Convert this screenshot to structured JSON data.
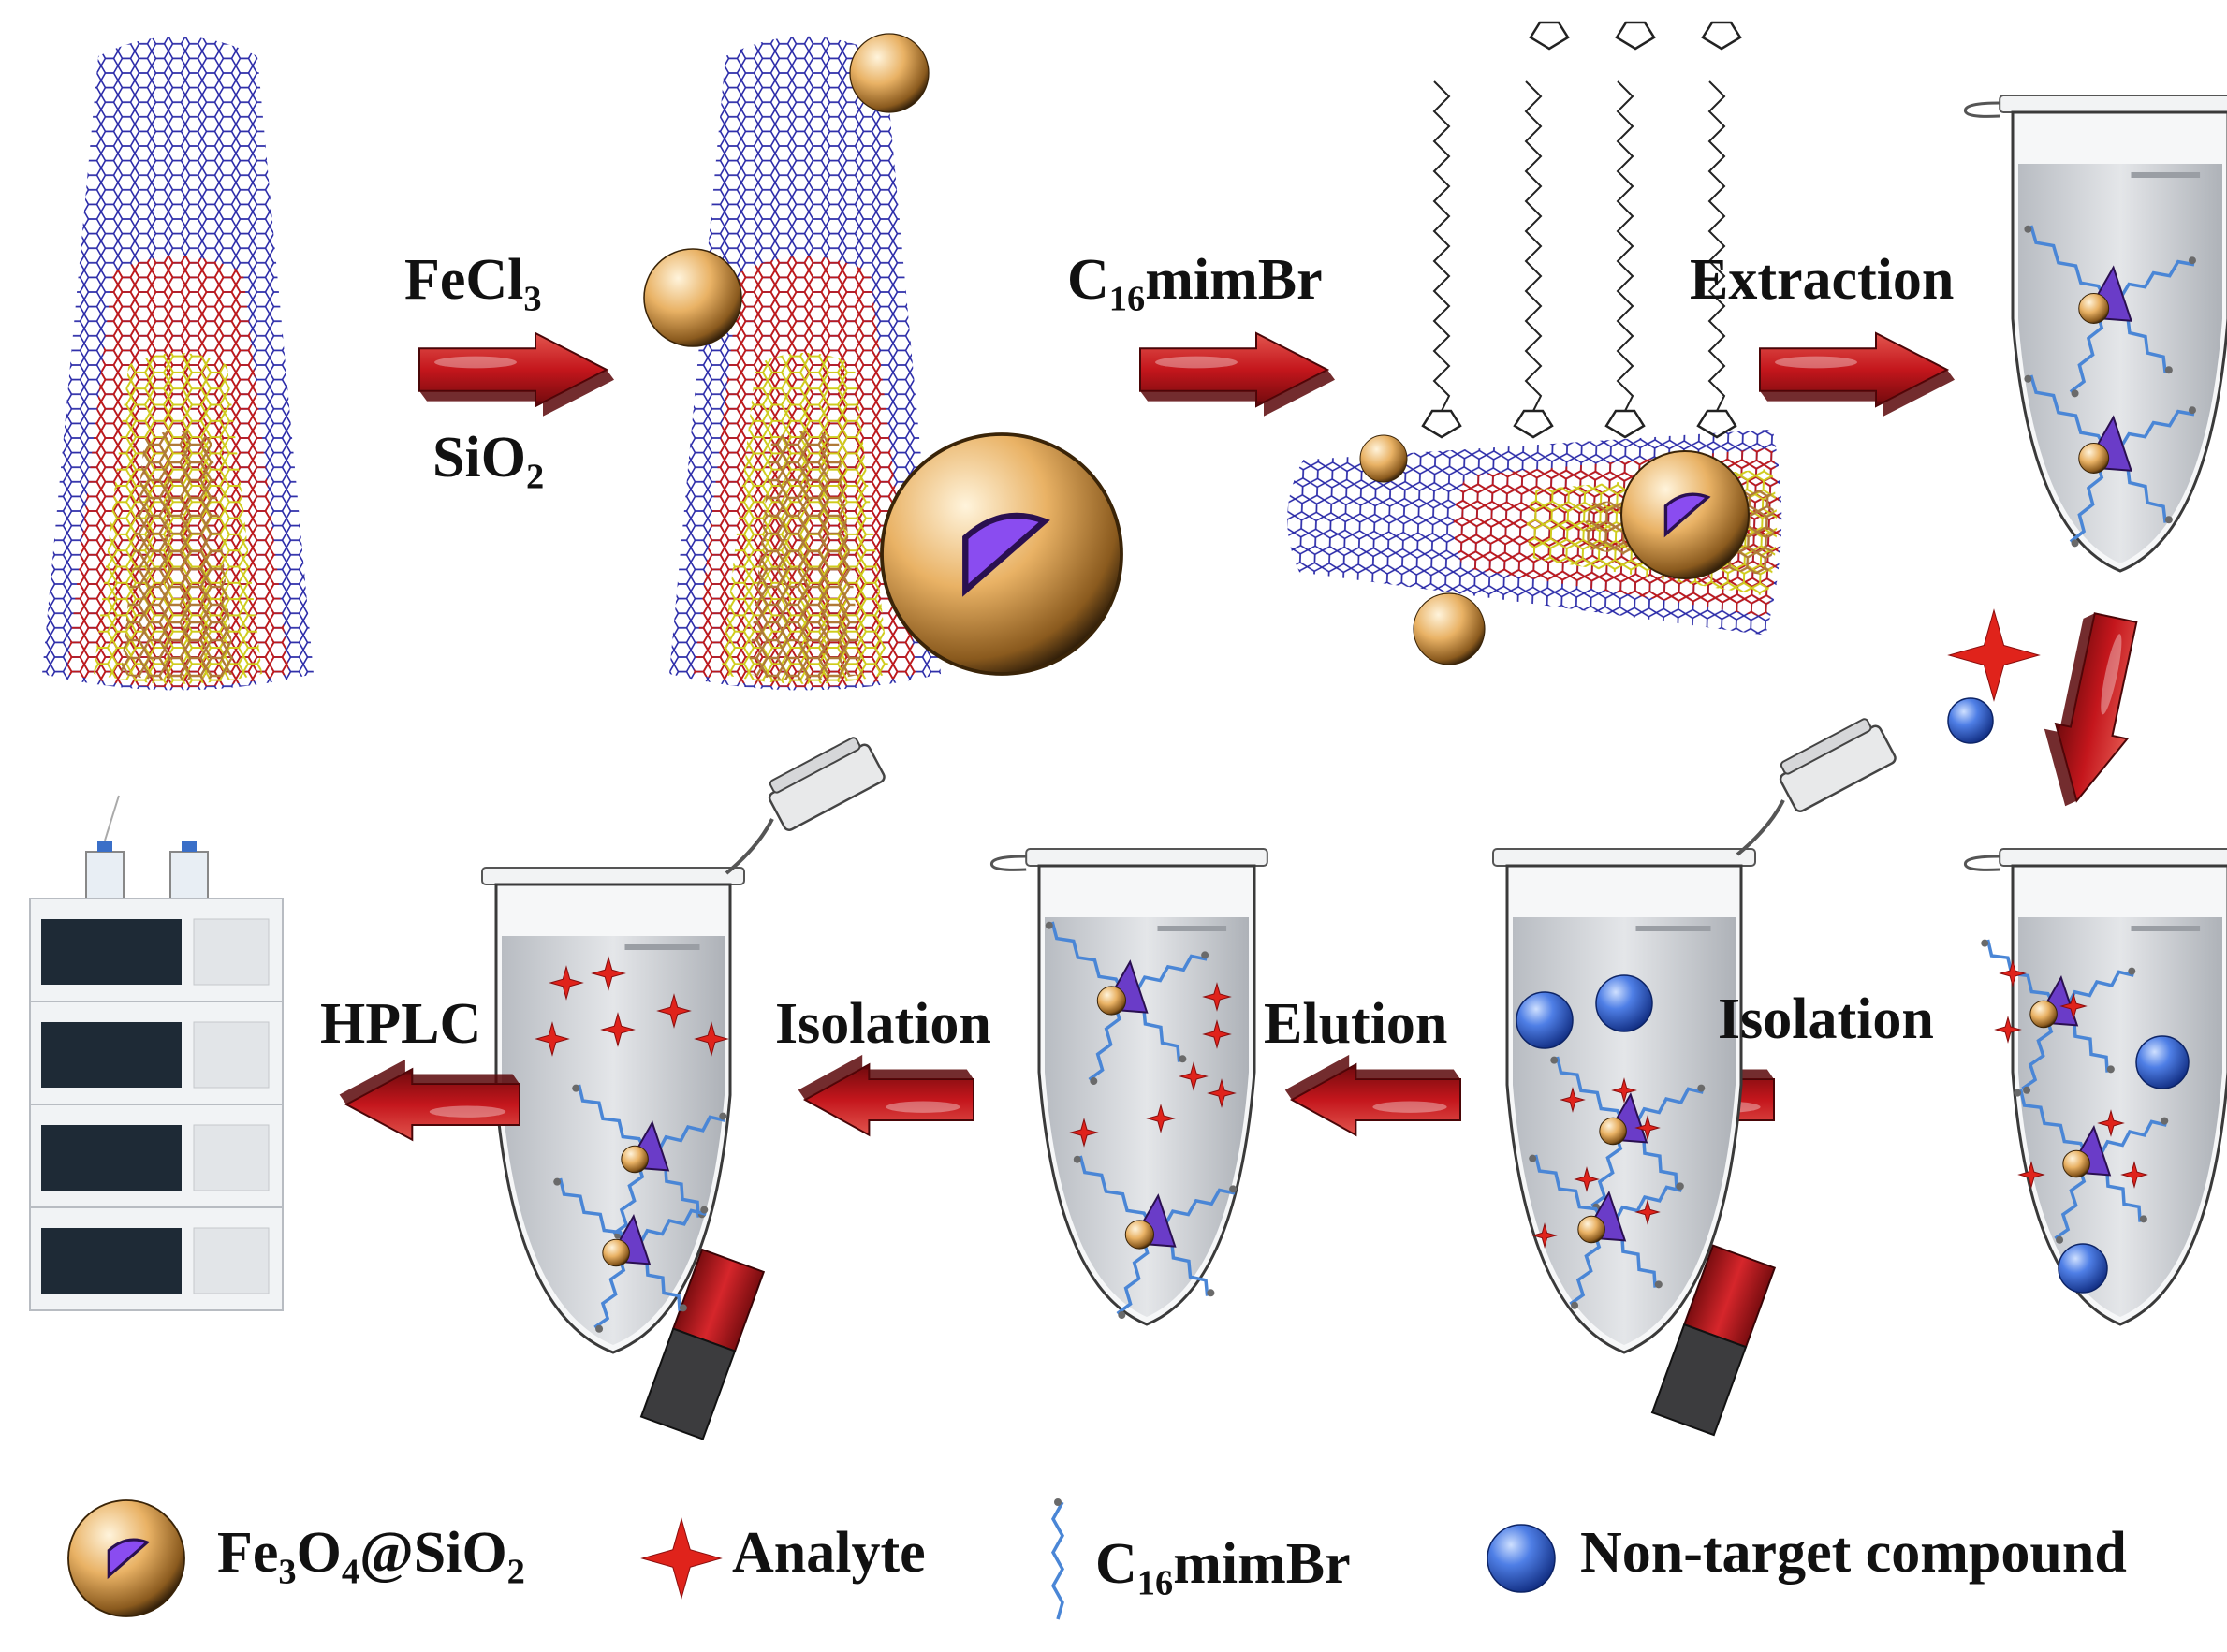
{
  "steps": {
    "fecl3": {
      "main": "FeCl",
      "sub": "3"
    },
    "sio2": {
      "main": "SiO",
      "sub": "2"
    },
    "c16": {
      "pre": "C",
      "sub": "16",
      "post": "mimBr"
    },
    "extraction": "Extraction",
    "isolation_right": "Isolation",
    "elution": "Elution",
    "isolation_left": "Isolation",
    "hplc": "HPLC"
  },
  "legend": {
    "fe3o4": {
      "a": "Fe",
      "s1": "3",
      "b": "O",
      "s2": "4",
      "c": "@SiO",
      "s3": "2"
    },
    "analyte": "Analyte",
    "c16": {
      "pre": "C",
      "sub": "16",
      "post": "mimBr"
    },
    "nontarget": "Non-target compound"
  },
  "colors": {
    "arrow": "#c4161c",
    "analyte_star": "#e0231b",
    "nontarget_sphere": "#2f5fd0",
    "particle": "#e9b265",
    "tube_liquid": "#cfd2d6",
    "nanotube_outer": "#2a2aa8",
    "nanotube_mid": "#c01818",
    "nanotube_inner": "#d6d21e",
    "nanotube_core": "#b8803a",
    "magnet": "#c4161c",
    "surfactant": "#4a86d6"
  }
}
